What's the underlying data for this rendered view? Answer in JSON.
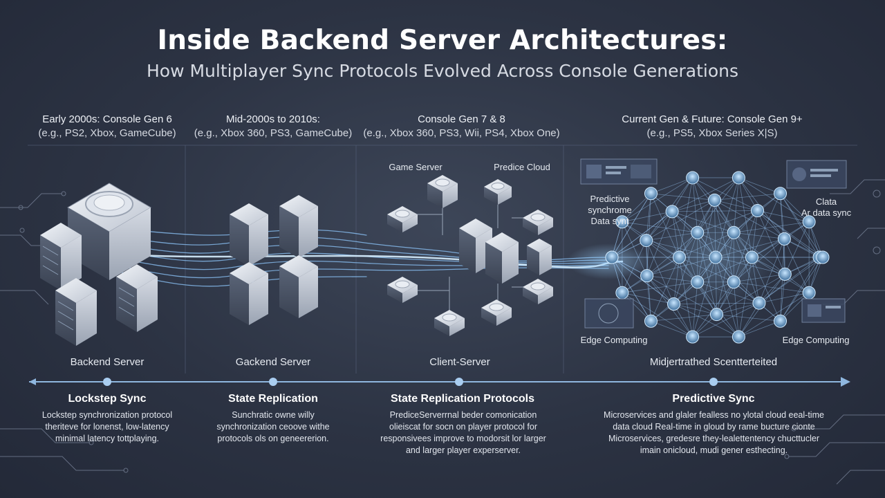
{
  "title": "Inside Backend Server Architectures:",
  "subtitle": "How Multiplayer Sync Protocols Evolved Across Console Generations",
  "eras": [
    {
      "heading": "Early 2000s: Console Gen 6",
      "sub": "(e.g., PS2, Xbox, GameCube)"
    },
    {
      "heading": "Mid-2000s to 2010s:",
      "sub": "(e.g., Xbox 360, PS3, GameCube)"
    },
    {
      "heading": "Console Gen 7 & 8",
      "sub": "(e.g., Xbox 360, PS3, Wii, PS4, Xbox One)"
    },
    {
      "heading": "Current Gen & Future: Console Gen 9+",
      "sub": "(e.g., PS5, Xbox Series X|S)"
    }
  ],
  "diagram_labels": {
    "game_server": "Game Server",
    "predice_cloud": "Predice Cloud",
    "predictive_sync": "Predictive\nsynchrome\nData synt",
    "clata": "Clata\nAr data sync",
    "edge_left": "Edge Computing",
    "edge_right": "Edge Computing"
  },
  "architectures": [
    "Backend Server",
    "Gackend Server",
    "Client-Server",
    "Midjertrathed Scentterteited"
  ],
  "sections": [
    {
      "title": "Lockstep Sync",
      "desc": "Lockstep synchronization protocol\ntheriteve for lonenst, low-latency\nminimal latency tottplaying."
    },
    {
      "title": "State Replication",
      "desc": "Sunchratic owne willy\nsynchronization ceoove withe\nprotocols ols on geneererion."
    },
    {
      "title": "State Replication Protocols",
      "desc": "PrediceServerrnal beder comonication\nolieiscat for socn on player protocol for\nresponsivees improve to modorsit lor larger\nand larger player experserver."
    },
    {
      "title": "Predictive Sync",
      "desc": "Microservices and glaler fealless no ylotal cloud eeal-time\ndata cloud Real-time in gloud by rame bucture cionte\nMicroservices, gredesre they-lealettentency chucttucler\nimain onicloud, mudi gener esthecting."
    }
  ],
  "colors": {
    "background": "#2c3343",
    "glow": "#7fc4ff",
    "server_top": "#e4e8ef",
    "server_side": "#4a5366"
  }
}
